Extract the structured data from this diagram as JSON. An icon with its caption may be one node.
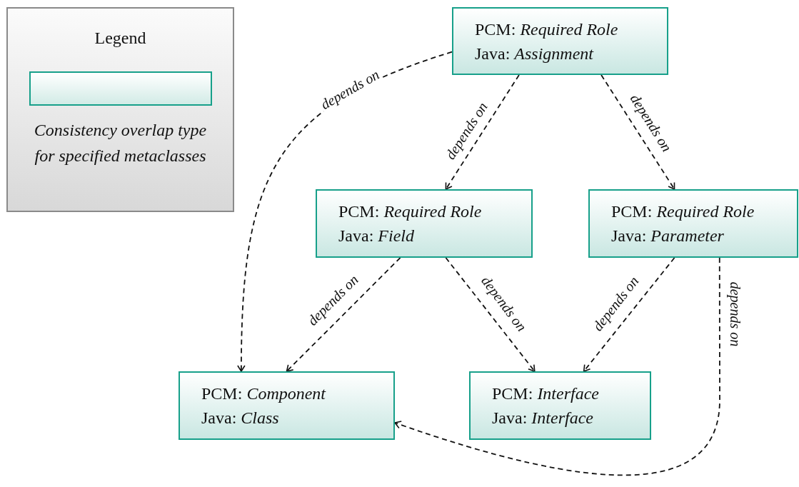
{
  "diagram": {
    "nodes": [
      {
        "text": [
          "PCM: *Required Role*",
          "Java: *Assignment*"
        ]
      },
      {
        "text": [
          "PCM: *Required Role*",
          "Java: *Field*"
        ]
      },
      {
        "text": [
          "PCM: *Required Role*",
          "Java: *Parameter*"
        ]
      },
      {
        "text": [
          "PCM: *Component*",
          "Java: *Class*"
        ]
      },
      {
        "text": [
          "PCM: *Interface*",
          "Java: *Interface*"
        ]
      }
    ],
    "edges": [
      {
        "from": 0,
        "to": 3,
        "arrow": "to",
        "label": "depends on",
        "style": "dashed"
      },
      {
        "from": 0,
        "to": 1,
        "arrow": "to",
        "label": "depends on",
        "style": "dashed"
      },
      {
        "from": 0,
        "to": 2,
        "arrow": "to",
        "label": "depends on",
        "style": "dashed"
      },
      {
        "from": 1,
        "to": 3,
        "arrow": "to",
        "label": "depends on",
        "style": "dashed"
      },
      {
        "from": 1,
        "to": 4,
        "arrow": "to",
        "label": "depends on",
        "style": "dashed"
      },
      {
        "from": 2,
        "to": 4,
        "arrow": "to",
        "label": "depends on",
        "style": "dashed"
      },
      {
        "from": 2,
        "to": 3,
        "arrow": "to",
        "label": "depends on",
        "style": "dashed"
      }
    ],
    "labels": [
      "Legend"
    ],
    "legend": [
      {
        "text": "Consistency overlap type for specified metaclasses",
        "color": "#d2ebe6"
      }
    ]
  }
}
